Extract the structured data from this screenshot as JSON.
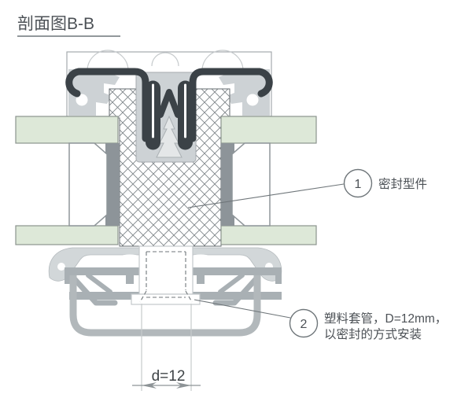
{
  "title": "剖面图B-B",
  "drawing": {
    "dimension_label": "d=12",
    "callouts": [
      {
        "number": "1",
        "label": "密封型件"
      },
      {
        "number": "2",
        "label_line1": "塑料套管，D=12mm，",
        "label_line2": "以密封的方式安装"
      }
    ]
  },
  "colors": {
    "gasket_dark": "#3b4247",
    "aluminum_light": "#d2d7d9",
    "aluminum_mid": "#a9b0b4",
    "glass_green": "#dde8d8",
    "hatch_line": "#7f868a",
    "leader_line": "#6f767a",
    "text_dark": "#4c5156"
  }
}
